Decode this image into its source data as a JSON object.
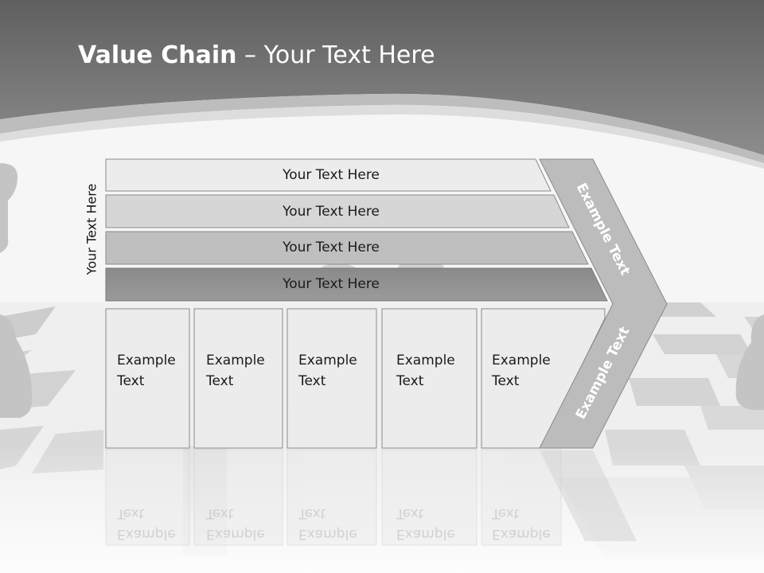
{
  "title": {
    "bold": "Value Chain",
    "rest": " – Your Text Here"
  },
  "side_label": "Your Text Here",
  "bars": [
    {
      "label": "Your Text Here"
    },
    {
      "label": "Your Text Here"
    },
    {
      "label": "Your Text Here"
    },
    {
      "label": "Your Text Here"
    }
  ],
  "boxes": [
    {
      "line1": "Example",
      "line2": "Text"
    },
    {
      "line1": "Example",
      "line2": "Text"
    },
    {
      "line1": "Example",
      "line2": "Text"
    },
    {
      "line1": "Example",
      "line2": "Text"
    },
    {
      "line1": "Example",
      "line2": "Text"
    }
  ],
  "chevron": {
    "upper_label": "Example Text",
    "lower_label": "Example Text"
  },
  "colors": {
    "header": "#6e6e6e",
    "bar1": "#ebebeb",
    "bar2": "#d6d6d6",
    "bar3": "#bdbdbd",
    "bar4": "#8f8f8f",
    "box": "#ebebeb",
    "chevron": "#bcbcbc"
  }
}
